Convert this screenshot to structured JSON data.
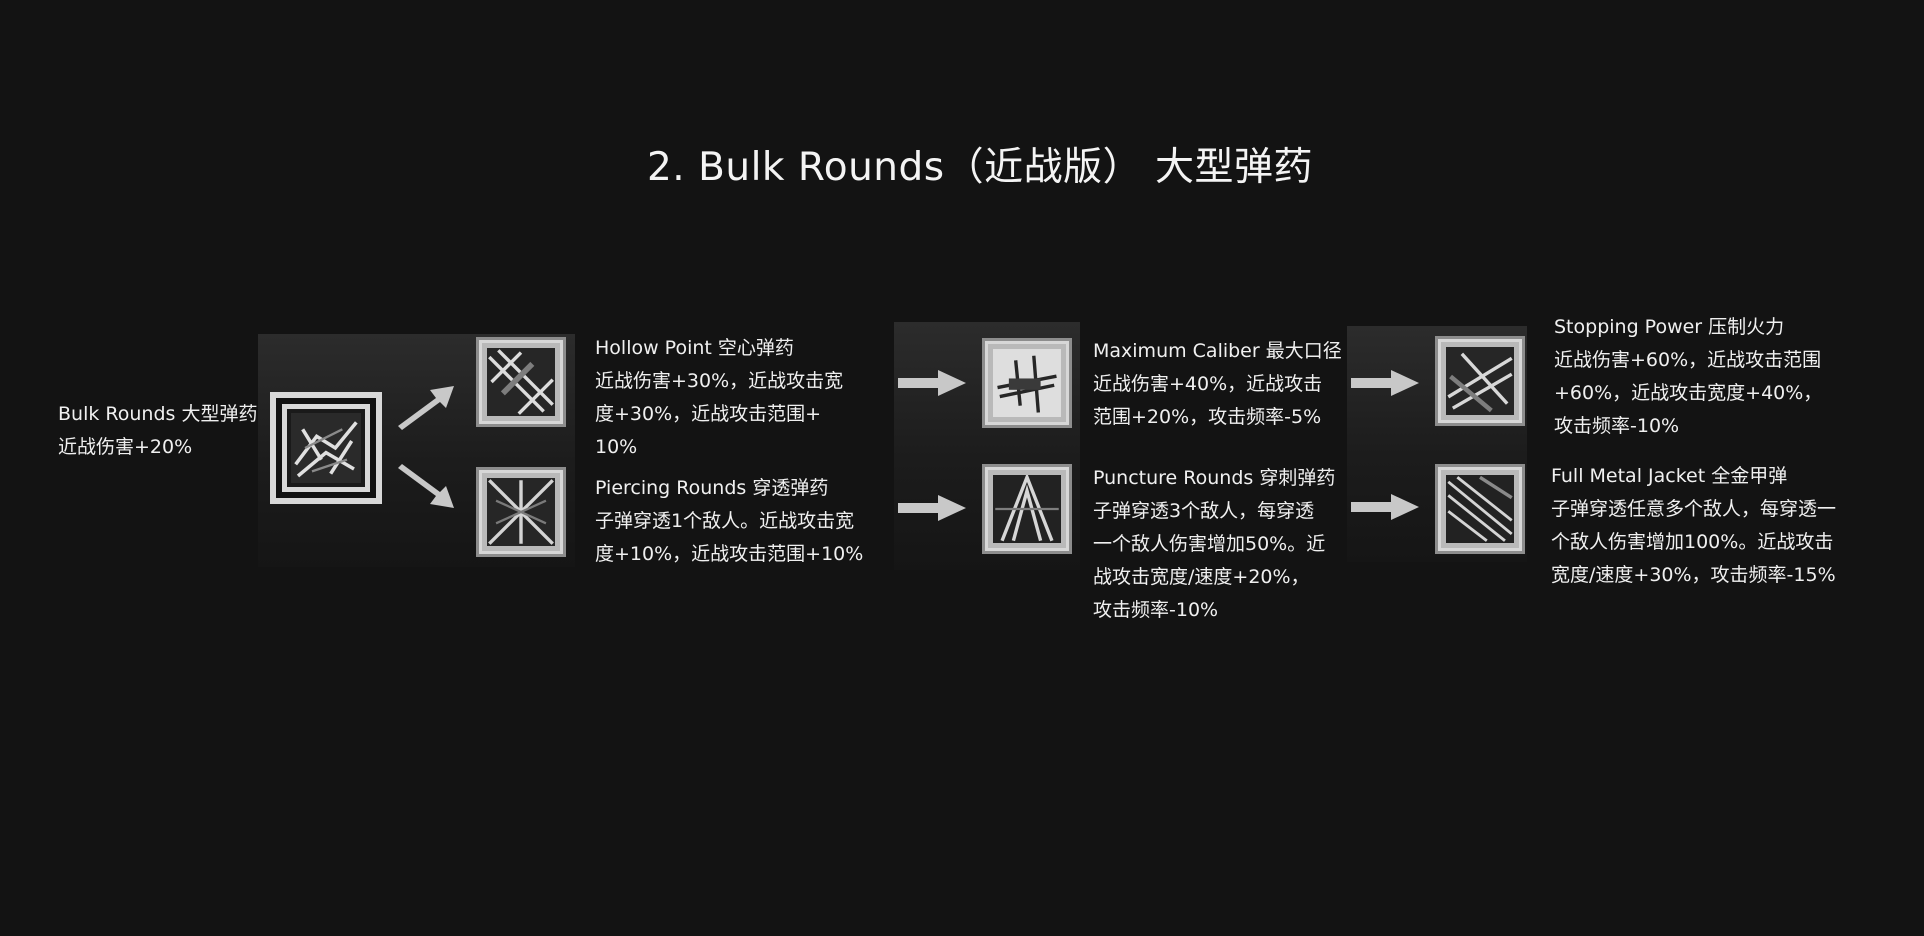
{
  "title": "2. Bulk Rounds（近战版） 大型弹药",
  "root": {
    "name": "Bulk Rounds 大型弹药",
    "lines": [
      "近战伤害+20%"
    ]
  },
  "tier1": [
    {
      "name": "Hollow Point 空心弹药",
      "lines": [
        "近战伤害+30%，近战攻击宽",
        "度+30%，近战攻击范围+",
        "10%"
      ]
    },
    {
      "name": "Piercing Rounds 穿透弹药",
      "lines": [
        "子弹穿透1个敌人。近战攻击宽",
        "度+10%，近战攻击范围+10%"
      ]
    }
  ],
  "tier2": [
    {
      "name": "Maximum Caliber 最大口径",
      "lines": [
        "近战伤害+40%，近战攻击",
        "范围+20%，攻击频率-5%"
      ]
    },
    {
      "name": "Puncture Rounds 穿刺弹药",
      "lines": [
        "子弹穿透3个敌人，每穿透",
        "一个敌人伤害增加50%。近",
        "战攻击宽度/速度+20%，",
        "攻击频率-10%"
      ]
    }
  ],
  "tier3": [
    {
      "name": "Stopping Power 压制火力",
      "lines": [
        "近战伤害+60%，近战攻击范围",
        "+60%，近战攻击宽度+40%，",
        "攻击频率-10%"
      ]
    },
    {
      "name": "Full Metal Jacket 全金甲弹",
      "lines": [
        "子弹穿透任意多个敌人，每穿透一",
        "个敌人伤害增加100%。近战攻击",
        "宽度/速度+30%，攻击频率-15%"
      ]
    }
  ],
  "colors": {
    "background": "#131313",
    "text": "#f0f0f0",
    "arrow": "#bdbdbd",
    "frame": "#b9b9b9"
  },
  "icons": [
    "bulk-rounds-icon",
    "hollow-point-icon",
    "piercing-rounds-icon",
    "maximum-caliber-icon",
    "puncture-rounds-icon",
    "stopping-power-icon",
    "full-metal-jacket-icon"
  ]
}
